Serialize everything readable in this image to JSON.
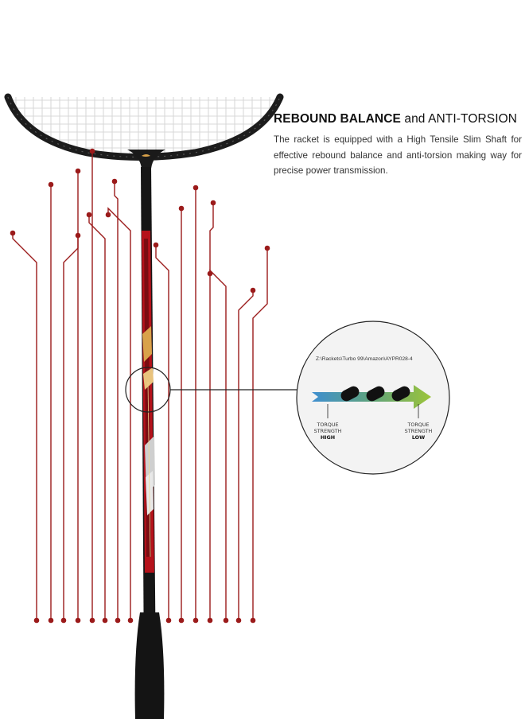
{
  "heading": {
    "bold": "REBOUND BALANCE",
    "regular": " and ANTI-TORSION"
  },
  "description": "The racket is equipped with a High Tensile Slim Shaft for effective rebound balance and anti-torsion making way for precise power transmission.",
  "inset": {
    "file_path": "Z:\\Rackets\\Turbo 99\\Amazon\\AYPR028-4",
    "high": {
      "line1": "TORQUE",
      "line2": "STRENGTH",
      "level": "HIGH"
    },
    "low": {
      "line1": "TORQUE",
      "line2": "STRENGTH",
      "level": "LOW"
    }
  },
  "colors": {
    "circuit": "#9b1b1b",
    "frame": "#1a1a1a",
    "shaft_red": "#c0161b",
    "shaft_gold": "#d9a24a",
    "arrow_blue": "#4a90c8",
    "arrow_green": "#8ab83c"
  },
  "icons": [
    "brand-logo-icon",
    "torque-arrow-icon"
  ]
}
